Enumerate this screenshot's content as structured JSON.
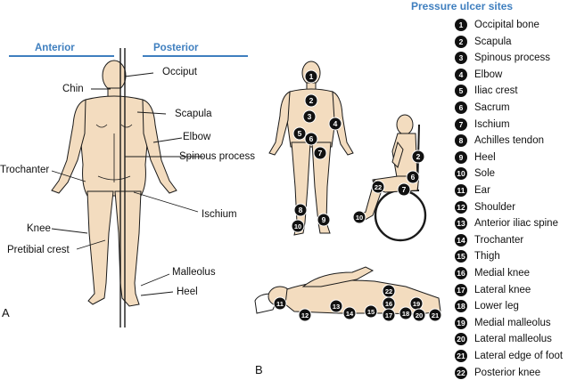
{
  "panel_a": {
    "letter": "A",
    "anterior_heading": "Anterior",
    "posterior_heading": "Posterior",
    "labels": {
      "chin": "Chin",
      "occiput": "Occiput",
      "scapula": "Scapula",
      "elbow": "Elbow",
      "spinous_process": "Spinous process",
      "trochanter": "Trochanter",
      "ischium": "Ischium",
      "knee": "Knee",
      "pretibial_crest": "Pretibial crest",
      "malleolus": "Malleolus",
      "heel": "Heel"
    }
  },
  "panel_b": {
    "letter": "B",
    "standing_markers": [
      "1",
      "2",
      "3",
      "4",
      "5",
      "6",
      "7",
      "8",
      "9",
      "10"
    ],
    "seated_markers": [
      "2",
      "6",
      "7",
      "10",
      "22"
    ],
    "lying_markers": [
      "11",
      "12",
      "13",
      "14",
      "15",
      "16",
      "17",
      "18",
      "19",
      "20",
      "21",
      "22"
    ]
  },
  "legend": {
    "title": "Pressure ulcer sites",
    "items": [
      {
        "num": "1",
        "label": "Occipital bone"
      },
      {
        "num": "2",
        "label": "Scapula"
      },
      {
        "num": "3",
        "label": "Spinous process"
      },
      {
        "num": "4",
        "label": "Elbow"
      },
      {
        "num": "5",
        "label": "Iliac crest"
      },
      {
        "num": "6",
        "label": "Sacrum"
      },
      {
        "num": "7",
        "label": "Ischium"
      },
      {
        "num": "8",
        "label": "Achilles tendon"
      },
      {
        "num": "9",
        "label": "Heel"
      },
      {
        "num": "10",
        "label": "Sole"
      },
      {
        "num": "11",
        "label": "Ear"
      },
      {
        "num": "12",
        "label": "Shoulder"
      },
      {
        "num": "13",
        "label": "Anterior iliac spine"
      },
      {
        "num": "14",
        "label": "Trochanter"
      },
      {
        "num": "15",
        "label": "Thigh"
      },
      {
        "num": "16",
        "label": "Medial knee"
      },
      {
        "num": "17",
        "label": "Lateral knee"
      },
      {
        "num": "18",
        "label": "Lower leg"
      },
      {
        "num": "19",
        "label": "Medial malleolus"
      },
      {
        "num": "20",
        "label": "Lateral malleolus"
      },
      {
        "num": "21",
        "label": "Lateral edge of foot"
      },
      {
        "num": "22",
        "label": "Posterior knee"
      }
    ]
  },
  "colors": {
    "skin": "#f3dcbf",
    "outline": "#1a1a1a",
    "heading_blue": "#3f7fbf",
    "marker": "#111111",
    "marker_text": "#ffffff"
  }
}
